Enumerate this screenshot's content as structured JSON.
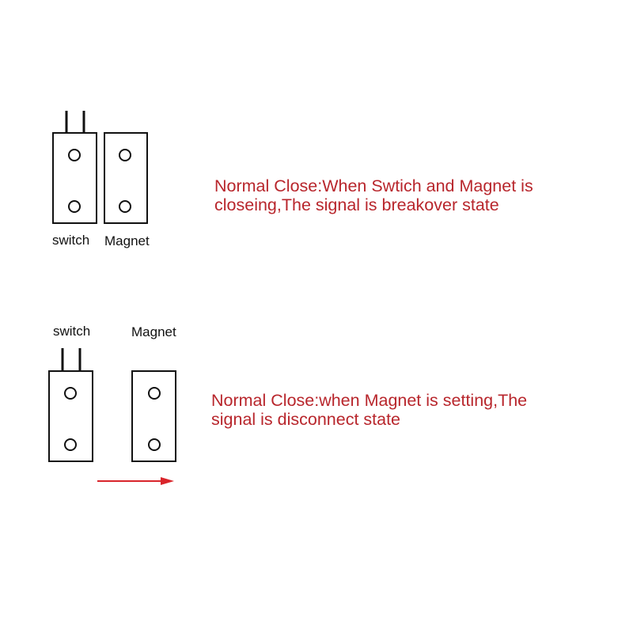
{
  "closed_state": {
    "switch_label": "switch",
    "magnet_label": "Magnet",
    "description_line1": "Normal Close:When Swtich and Magnet is",
    "description_line2": "closeing,The signal is breakover state"
  },
  "open_state": {
    "switch_label": "switch",
    "magnet_label": "Magnet",
    "description_line1": "Normal Close:when Magnet is setting,The",
    "description_line2": "signal is disconnect state"
  },
  "colors": {
    "text_accent": "#b8262c",
    "arrow": "#d9252b",
    "stroke": "#111111"
  }
}
